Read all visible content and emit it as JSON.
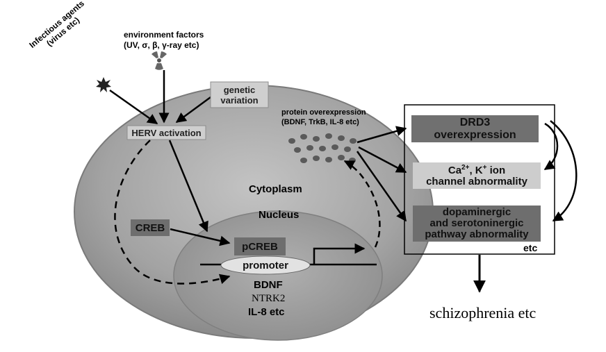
{
  "labels": {
    "environment_line1": "environment factors",
    "environment_line2": "(UV, σ, β, γ-ray etc)",
    "infectious_line1": "Infectious agents",
    "infectious_line2": "(virus etc)",
    "genetic_line1": "genetic",
    "genetic_line2": "variation",
    "herv": "HERV activation",
    "protein_line1": "protein overexpression",
    "protein_line2": "(BDNF, TrkB, IL-8 etc)",
    "cytoplasm": "Cytoplasm",
    "nucleus": "Nucleus",
    "creb": "CREB",
    "pcreb": "pCREB",
    "promoter": "promoter",
    "gene1": "BDNF",
    "gene2": "NTRK2",
    "gene3": "IL-8 etc",
    "drd3_line1": "DRD3",
    "drd3_line2": "overexpression",
    "ion_prefix": "Ca",
    "ion_sup1": "2+",
    "ion_mid": ", K",
    "ion_sup2": "+",
    "ion_suffix": " ion",
    "ion_line2": "channel abnormality",
    "dopa_line1": "dopaminergic",
    "dopa_line2": "and serotoninergic",
    "dopa_line3": "pathway abnormality",
    "etc": "etc",
    "outcome": "schizophrenia etc"
  },
  "colors": {
    "cell_outer": "#8f8f8f",
    "cell_inner": "#b5b5b5",
    "nucleus": "#9c9c9c",
    "dark_box": "#6e6e6e",
    "light_box": "#cfcfcf",
    "promoter_box": "#e2e2e2"
  }
}
